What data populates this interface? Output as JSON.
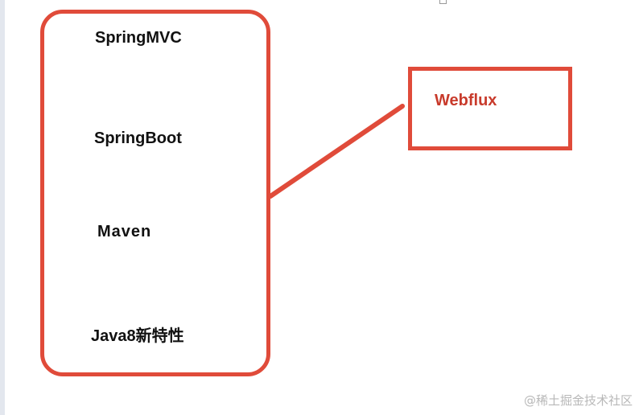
{
  "stack": {
    "items": [
      {
        "label": "SpringMVC"
      },
      {
        "label": "SpringBoot"
      },
      {
        "label": "Maven"
      },
      {
        "label": "Java8新特性"
      }
    ]
  },
  "target": {
    "label": "Webflux"
  },
  "watermark": {
    "text": "@稀土掘金技术社区"
  },
  "colors": {
    "accent": "#e04b3a",
    "label_text": "#111111",
    "target_text": "#c83a2b"
  }
}
